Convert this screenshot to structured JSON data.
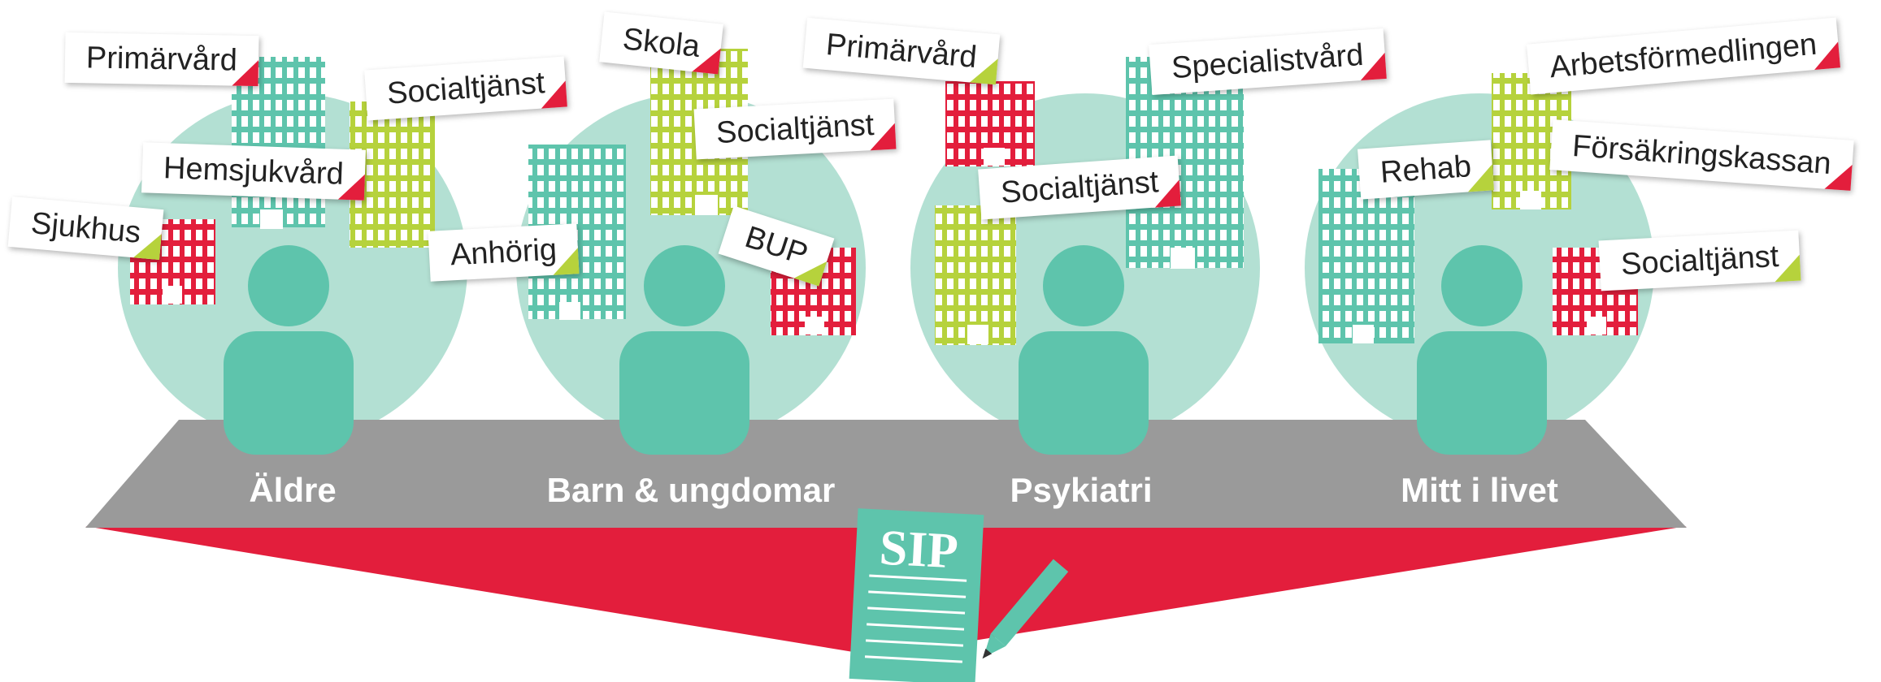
{
  "groups": [
    {
      "label": "Äldre",
      "tags": [
        "Primärvård",
        "Socialtjänst",
        "Hemsjukvård",
        "Sjukhus"
      ]
    },
    {
      "label": "Barn & ungdomar",
      "tags": [
        "Skola",
        "Socialtjänst",
        "Anhörig",
        "BUP"
      ]
    },
    {
      "label": "Psykiatri",
      "tags": [
        "Primärvård",
        "Specialistvård",
        "Socialtjänst"
      ]
    },
    {
      "label": "Mitt i livet",
      "tags": [
        "Arbetsförmedlingen",
        "Försäkringskassan",
        "Rehab",
        "Socialtjänst"
      ]
    }
  ],
  "document": {
    "title": "SIP"
  },
  "colors": {
    "teal": "#5ec4ac",
    "circle": "#b3e0d3",
    "red": "#e31e3c",
    "lime": "#b6d23c",
    "gray": "#999999",
    "white": "#ffffff"
  }
}
